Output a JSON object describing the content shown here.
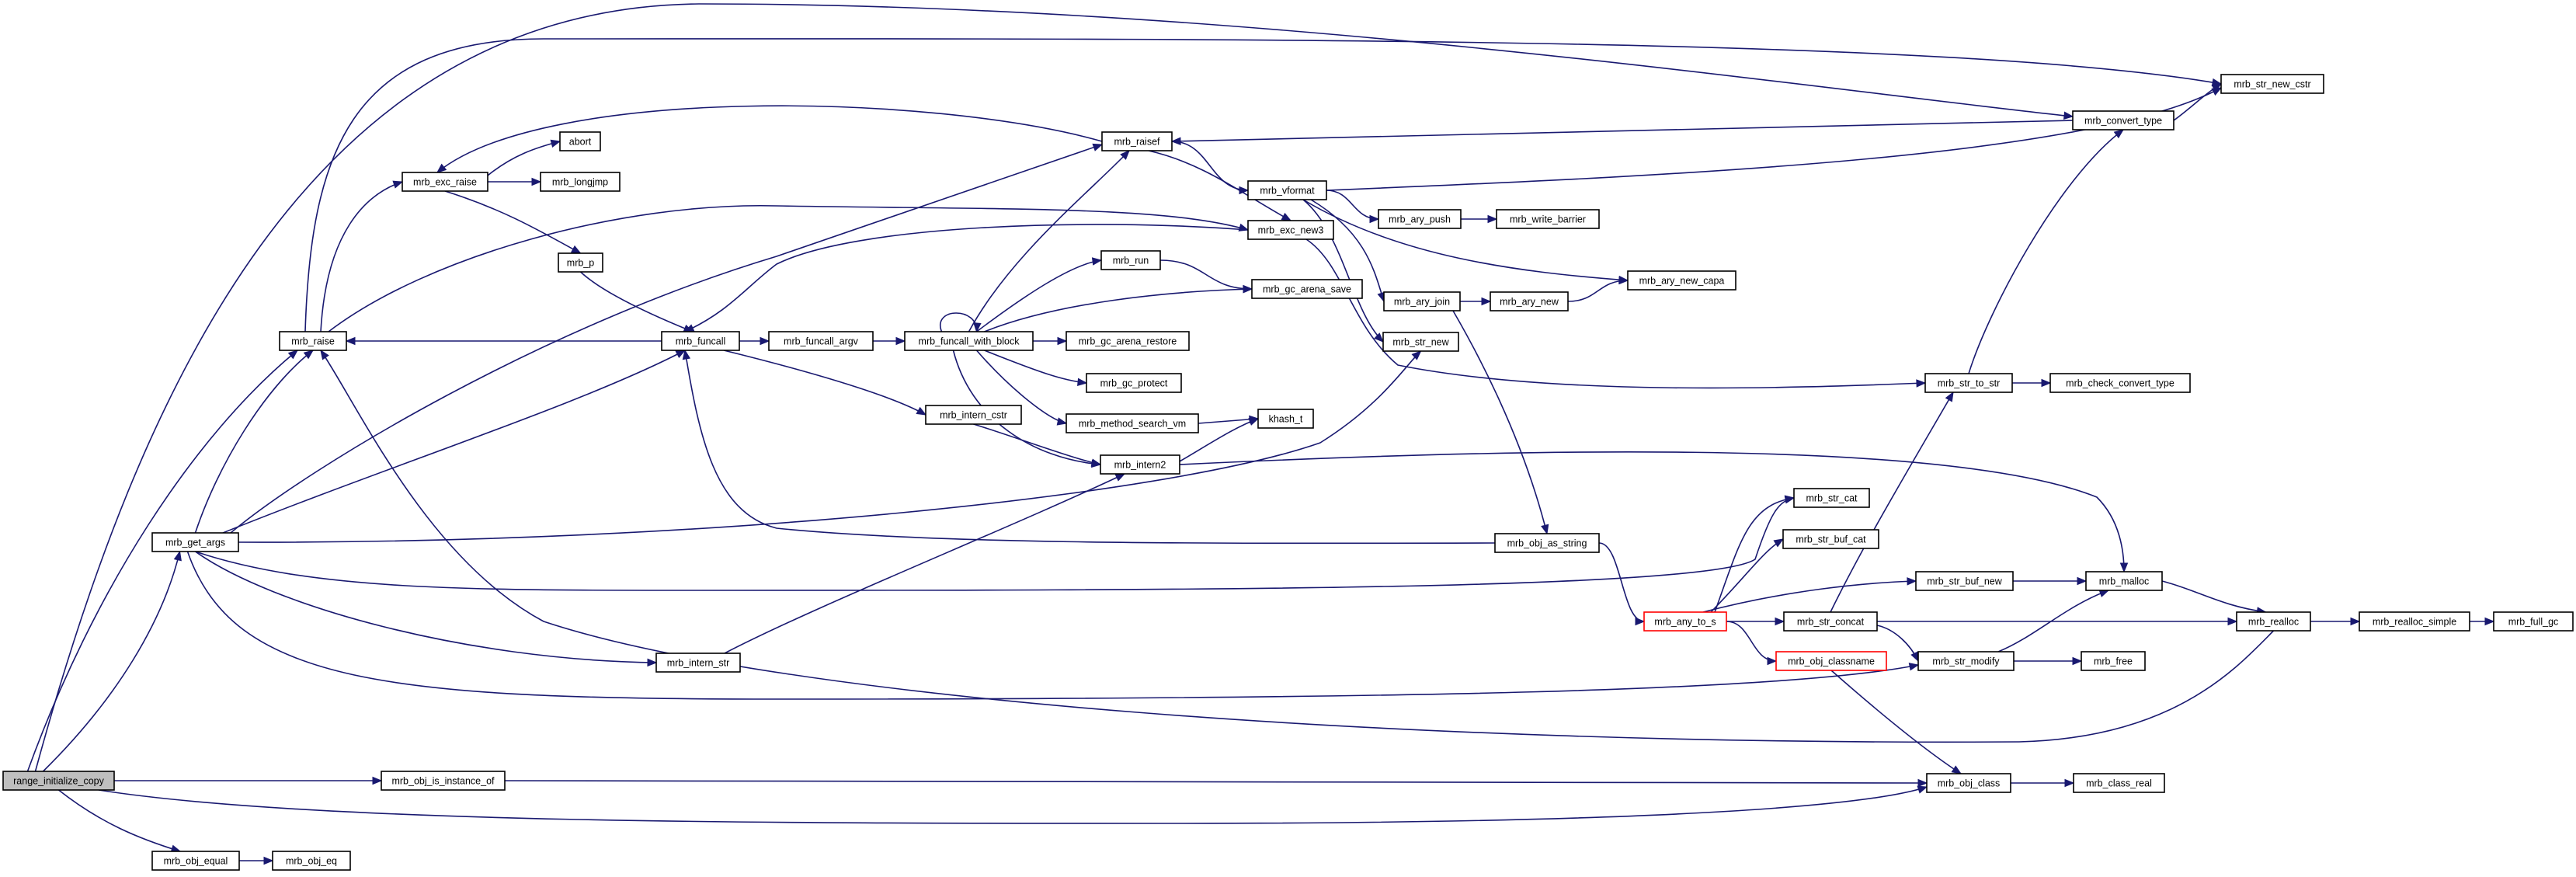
{
  "graph": {
    "colors": {
      "edge": "#191970",
      "node_border": "#000000",
      "truncated_border": "#ff0000",
      "root_fill": "#bfbfbf",
      "node_fill": "#ffffff"
    },
    "nodes": {
      "range_initialize_copy": "range_initialize_copy",
      "mrb_get_args": "mrb_get_args",
      "mrb_raise": "mrb_raise",
      "mrb_exc_raise": "mrb_exc_raise",
      "abort": "abort",
      "mrb_longjmp": "mrb_longjmp",
      "mrb_p": "mrb_p",
      "mrb_funcall": "mrb_funcall",
      "mrb_funcall_argv": "mrb_funcall_argv",
      "mrb_funcall_with_block": "mrb_funcall_with_block",
      "mrb_raisef": "mrb_raisef",
      "mrb_exc_new3": "mrb_exc_new3",
      "mrb_vformat": "mrb_vformat",
      "mrb_ary_push": "mrb_ary_push",
      "mrb_write_barrier": "mrb_write_barrier",
      "mrb_ary_join": "mrb_ary_join",
      "mrb_ary_new": "mrb_ary_new",
      "mrb_ary_new_capa": "mrb_ary_new_capa",
      "mrb_str_new": "mrb_str_new",
      "mrb_run": "mrb_run",
      "mrb_gc_arena_save": "mrb_gc_arena_save",
      "mrb_gc_arena_restore": "mrb_gc_arena_restore",
      "mrb_gc_protect": "mrb_gc_protect",
      "mrb_method_search_vm": "mrb_method_search_vm",
      "khash_t": "khash_t",
      "mrb_intern_cstr": "mrb_intern_cstr",
      "mrb_intern2": "mrb_intern2",
      "mrb_intern_str": "mrb_intern_str",
      "mrb_convert_type": "mrb_convert_type",
      "mrb_str_new_cstr": "mrb_str_new_cstr",
      "mrb_str_to_str": "mrb_str_to_str",
      "mrb_check_convert_type": "mrb_check_convert_type",
      "mrb_obj_as_string": "mrb_obj_as_string",
      "mrb_any_to_s": "mrb_any_to_s",
      "mrb_str_cat": "mrb_str_cat",
      "mrb_str_buf_cat": "mrb_str_buf_cat",
      "mrb_str_buf_new": "mrb_str_buf_new",
      "mrb_malloc": "mrb_malloc",
      "mrb_str_concat": "mrb_str_concat",
      "mrb_realloc": "mrb_realloc",
      "mrb_realloc_simple": "mrb_realloc_simple",
      "mrb_full_gc": "mrb_full_gc",
      "mrb_obj_classname": "mrb_obj_classname",
      "mrb_str_modify": "mrb_str_modify",
      "mrb_free": "mrb_free",
      "mrb_obj_is_instance_of": "mrb_obj_is_instance_of",
      "mrb_obj_class": "mrb_obj_class",
      "mrb_class_real": "mrb_class_real",
      "mrb_obj_equal": "mrb_obj_equal",
      "mrb_obj_eq": "mrb_obj_eq"
    },
    "root": "range_initialize_copy",
    "truncated": [
      "mrb_any_to_s",
      "mrb_obj_classname"
    ],
    "edges": [
      [
        "range_initialize_copy",
        "mrb_get_args"
      ],
      [
        "range_initialize_copy",
        "mrb_raise"
      ],
      [
        "range_initialize_copy",
        "mrb_convert_type"
      ],
      [
        "range_initialize_copy",
        "mrb_obj_is_instance_of"
      ],
      [
        "range_initialize_copy",
        "mrb_obj_class"
      ],
      [
        "range_initialize_copy",
        "mrb_obj_equal"
      ],
      [
        "mrb_get_args",
        "mrb_raise"
      ],
      [
        "mrb_get_args",
        "mrb_raisef"
      ],
      [
        "mrb_get_args",
        "mrb_funcall"
      ],
      [
        "mrb_get_args",
        "mrb_str_new"
      ],
      [
        "mrb_get_args",
        "mrb_str_cat"
      ],
      [
        "mrb_get_args",
        "mrb_intern_str"
      ],
      [
        "mrb_get_args",
        "mrb_str_modify"
      ],
      [
        "mrb_raise",
        "mrb_exc_raise"
      ],
      [
        "mrb_raise",
        "mrb_exc_new3"
      ],
      [
        "mrb_raise",
        "mrb_str_new_cstr"
      ],
      [
        "mrb_exc_raise",
        "abort"
      ],
      [
        "mrb_exc_raise",
        "mrb_longjmp"
      ],
      [
        "mrb_exc_raise",
        "mrb_p"
      ],
      [
        "mrb_p",
        "mrb_funcall"
      ],
      [
        "mrb_funcall",
        "mrb_raise"
      ],
      [
        "mrb_funcall",
        "mrb_funcall_argv"
      ],
      [
        "mrb_funcall",
        "mrb_intern_cstr"
      ],
      [
        "mrb_funcall_argv",
        "mrb_funcall_with_block"
      ],
      [
        "mrb_funcall_with_block",
        "mrb_funcall_with_block"
      ],
      [
        "mrb_funcall_with_block",
        "mrb_raisef"
      ],
      [
        "mrb_funcall_with_block",
        "mrb_run"
      ],
      [
        "mrb_funcall_with_block",
        "mrb_gc_arena_save"
      ],
      [
        "mrb_funcall_with_block",
        "mrb_gc_arena_restore"
      ],
      [
        "mrb_funcall_with_block",
        "mrb_gc_protect"
      ],
      [
        "mrb_funcall_with_block",
        "mrb_method_search_vm"
      ],
      [
        "mrb_funcall_with_block",
        "mrb_intern2"
      ],
      [
        "mrb_method_search_vm",
        "khash_t"
      ],
      [
        "mrb_intern_cstr",
        "mrb_intern2"
      ],
      [
        "mrb_intern2",
        "khash_t"
      ],
      [
        "mrb_intern2",
        "mrb_malloc"
      ],
      [
        "mrb_intern_str",
        "mrb_intern2"
      ],
      [
        "mrb_raisef",
        "mrb_exc_raise"
      ],
      [
        "mrb_raisef",
        "mrb_exc_new3"
      ],
      [
        "mrb_raisef",
        "mrb_vformat"
      ],
      [
        "mrb_exc_new3",
        "mrb_funcall"
      ],
      [
        "mrb_exc_new3",
        "mrb_str_to_str"
      ],
      [
        "mrb_vformat",
        "mrb_ary_push"
      ],
      [
        "mrb_vformat",
        "mrb_ary_join"
      ],
      [
        "mrb_vformat",
        "mrb_ary_new_capa"
      ],
      [
        "mrb_vformat",
        "mrb_str_new"
      ],
      [
        "mrb_vformat",
        "mrb_str_new_cstr"
      ],
      [
        "mrb_ary_push",
        "mrb_write_barrier"
      ],
      [
        "mrb_ary_join",
        "mrb_ary_new"
      ],
      [
        "mrb_ary_join",
        "mrb_obj_as_string"
      ],
      [
        "mrb_ary_new",
        "mrb_ary_new_capa"
      ],
      [
        "mrb_run",
        "mrb_gc_arena_save"
      ],
      [
        "mrb_convert_type",
        "mrb_raisef"
      ],
      [
        "mrb_convert_type",
        "mrb_str_new_cstr"
      ],
      [
        "mrb_str_to_str",
        "mrb_convert_type"
      ],
      [
        "mrb_str_to_str",
        "mrb_check_convert_type"
      ],
      [
        "mrb_obj_as_string",
        "mrb_funcall"
      ],
      [
        "mrb_obj_as_string",
        "mrb_any_to_s"
      ],
      [
        "mrb_any_to_s",
        "mrb_str_cat"
      ],
      [
        "mrb_any_to_s",
        "mrb_str_buf_cat"
      ],
      [
        "mrb_any_to_s",
        "mrb_str_buf_new"
      ],
      [
        "mrb_any_to_s",
        "mrb_str_concat"
      ],
      [
        "mrb_any_to_s",
        "mrb_obj_classname"
      ],
      [
        "mrb_str_buf_new",
        "mrb_malloc"
      ],
      [
        "mrb_str_concat",
        "mrb_str_to_str"
      ],
      [
        "mrb_str_concat",
        "mrb_realloc"
      ],
      [
        "mrb_str_concat",
        "mrb_str_modify"
      ],
      [
        "mrb_malloc",
        "mrb_realloc"
      ],
      [
        "mrb_realloc",
        "mrb_raise"
      ],
      [
        "mrb_realloc",
        "mrb_realloc_simple"
      ],
      [
        "mrb_realloc_simple",
        "mrb_full_gc"
      ],
      [
        "mrb_str_modify",
        "mrb_malloc"
      ],
      [
        "mrb_str_modify",
        "mrb_free"
      ],
      [
        "mrb_obj_classname",
        "mrb_obj_class"
      ],
      [
        "mrb_obj_is_instance_of",
        "mrb_obj_class"
      ],
      [
        "mrb_obj_class",
        "mrb_class_real"
      ],
      [
        "mrb_obj_equal",
        "mrb_obj_eq"
      ]
    ]
  }
}
